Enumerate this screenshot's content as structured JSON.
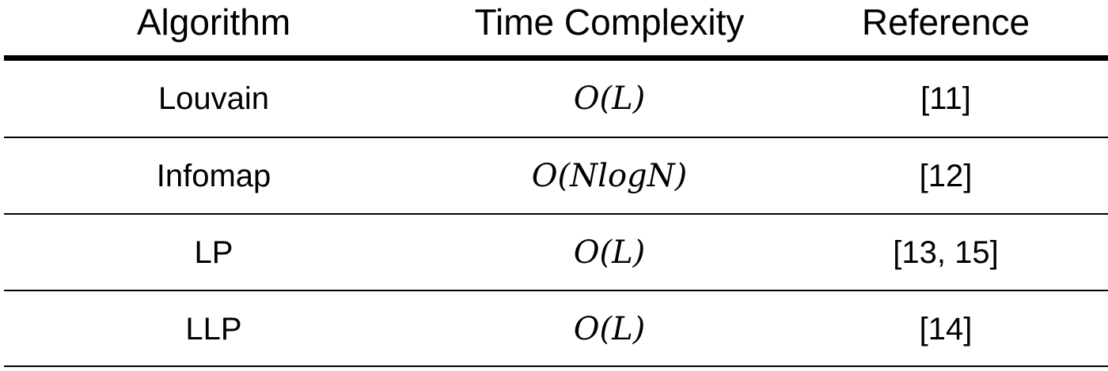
{
  "table": {
    "headers": [
      "Algorithm",
      "Time Complexity",
      "Reference"
    ],
    "rows": [
      {
        "algorithm": "Louvain",
        "complexity": "O(L)",
        "reference": "[11]"
      },
      {
        "algorithm": "Infomap",
        "complexity": "O(NlogN)",
        "reference": "[12]"
      },
      {
        "algorithm": "LP",
        "complexity": "O(L)",
        "reference": "[13, 15]"
      },
      {
        "algorithm": "LLP",
        "complexity": "O(L)",
        "reference": "[14]"
      }
    ]
  }
}
